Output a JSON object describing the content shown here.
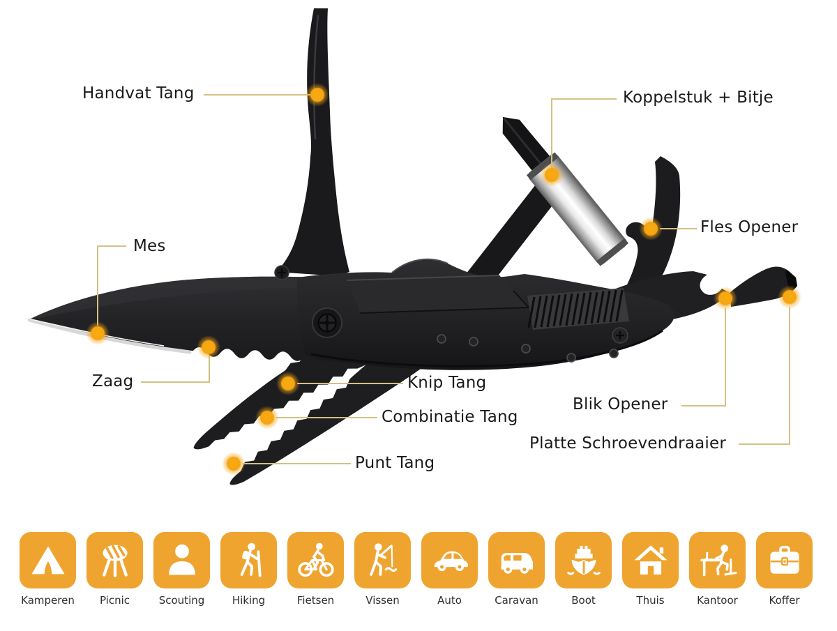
{
  "callouts": [
    {
      "id": "handvat-tang",
      "label": "Handvat Tang"
    },
    {
      "id": "koppelstuk-bitje",
      "label": "Koppelstuk + Bitje"
    },
    {
      "id": "fles-opener",
      "label": "Fles Opener"
    },
    {
      "id": "mes",
      "label": "Mes"
    },
    {
      "id": "zaag",
      "label": "Zaag"
    },
    {
      "id": "knip-tang",
      "label": "Knip Tang"
    },
    {
      "id": "combinatie-tang",
      "label": "Combinatie Tang"
    },
    {
      "id": "punt-tang",
      "label": "Punt Tang"
    },
    {
      "id": "blik-opener",
      "label": "Blik Opener"
    },
    {
      "id": "platte-schroevendraaier",
      "label": "Platte Schroevendraaier"
    }
  ],
  "use_cases": [
    {
      "label": "Kamperen",
      "icon": "tent-icon"
    },
    {
      "label": "Picnic",
      "icon": "bbq-icon"
    },
    {
      "label": "Scouting",
      "icon": "person-icon"
    },
    {
      "label": "Hiking",
      "icon": "hiker-icon"
    },
    {
      "label": "Fietsen",
      "icon": "bicycle-icon"
    },
    {
      "label": "Vissen",
      "icon": "fishing-icon"
    },
    {
      "label": "Auto",
      "icon": "car-icon"
    },
    {
      "label": "Caravan",
      "icon": "van-icon"
    },
    {
      "label": "Boot",
      "icon": "ship-icon"
    },
    {
      "label": "Thuis",
      "icon": "house-icon"
    },
    {
      "label": "Kantoor",
      "icon": "office-icon"
    },
    {
      "label": "Koffer",
      "icon": "briefcase-icon"
    }
  ],
  "colors": {
    "accent_dot": "#F5A513",
    "leader_line": "#D3C185",
    "tile": "#EFA42F",
    "label_text": "#1A1A1A",
    "tile_label_text": "#2E2E2E",
    "tool_black": "#1C1C1E",
    "blade_edge_silver": "#D7D7D7"
  }
}
